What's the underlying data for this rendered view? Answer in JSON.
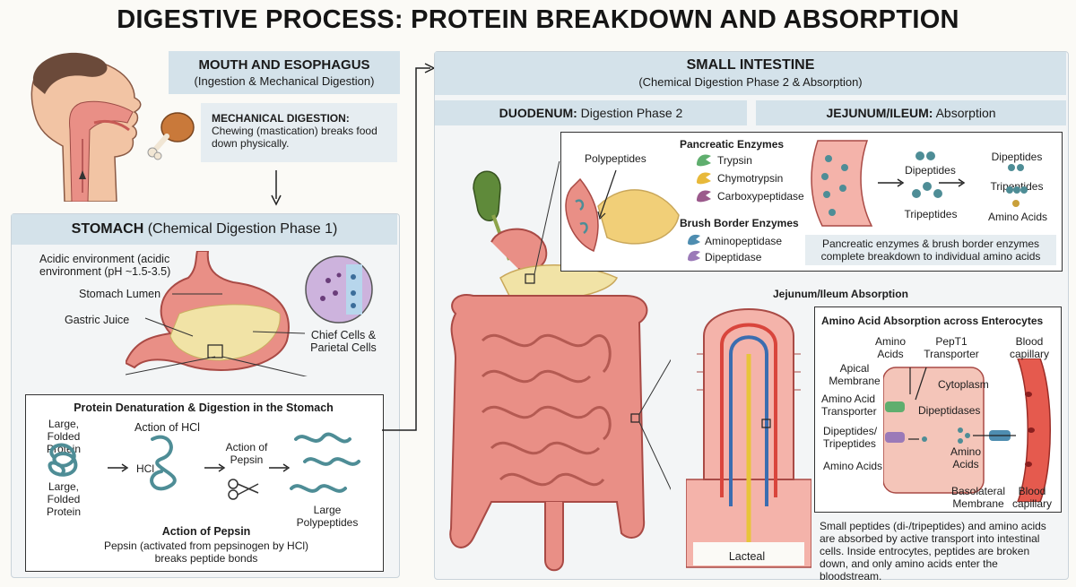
{
  "title": "DIGESTIVE PROCESS: PROTEIN BREAKDOWN AND ABSORPTION",
  "mouth": {
    "header_title": "MOUTH AND ESOPHAGUS",
    "header_sub": "(Ingestion & Mechanical Digestion)",
    "mech_title": "MECHANICAL DIGESTION:",
    "mech_text": "Chewing (mastication) breaks food down physically."
  },
  "stomach": {
    "header_bold": "STOMACH",
    "header_rest": " (Chemical Digestion Phase 1)",
    "acid": "Acidic environment (acidic environment (pH ~1.5-3.5)",
    "lumen": "Stomach Lumen",
    "gastric": "Gastric Juice",
    "chief": "Chief Cells & Parietal Cells",
    "box_title": "Protein Denaturation & Digestion in the Stomach",
    "large_folded_1": "Large, Folded Protein",
    "large_folded_2": "Large, Folded Protein",
    "action_hcl": "Action of HCl",
    "hcl": "HCl",
    "action_pepsin_small": "Action of Pepsin",
    "large_polypeptides": "Large Polypeptides",
    "action_pepsin_title": "Action of Pepsin",
    "pepsin_text": "Pepsin (activated from pepsinogen by HCl) breaks peptide bonds"
  },
  "small_intestine": {
    "header_title": "SMALL INTESTINE",
    "header_sub": "(Chemical Digestion Phase 2 & Absorption)",
    "duodenum_bold": "DUODENUM:",
    "duodenum_rest": " Digestion Phase 2",
    "jejunum_bold": "JEJUNUM/ILEUM:",
    "jejunum_rest": " Absorption",
    "polypeptides": "Polypeptides",
    "pancreatic_title": "Pancreatic Enzymes",
    "trypsin": "Trypsin",
    "chymotrypsin": "Chymotrypsin",
    "carboxypeptidase": "Carboxypeptidase",
    "brush_title": "Brush Border Enzymes",
    "aminopeptidase": "Aminopeptidase",
    "dipeptidase": "Dipeptidase",
    "dipeptides_mid": "Dipeptides",
    "tripeptides_mid": "Tripeptides",
    "dipeptides_right": "Dipeptides",
    "tripeptides_right": "Tripeptides",
    "amino_acids_right": "Amino Acids",
    "enzyme_note": "Pancreatic enzymes & brush border enzymes complete breakdown to individual amino acids",
    "jejunum_absorption": "Jejunum/Ileum Absorption",
    "lacteal": "Lacteal"
  },
  "absorption": {
    "title": "Amino Acid Absorption across Enterocytes",
    "amino_acids_top": "Amino Acids",
    "pept1": "PepT1 Transporter",
    "blood_top": "Blood capillary",
    "apical": "Apical Membrane",
    "cytoplasm": "Cytoplasm",
    "aa_transporter": "Amino Acid Transporter",
    "dipeptidases": "Dipeptidases",
    "di_tri": "Dipeptides/ Tripeptides",
    "amino_acids_mid": "Amino Acids",
    "amino_acids_left": "Amino Acids",
    "basolateral": "Basolateral Membrane",
    "blood_bottom": "Blood capillary",
    "note": "Small peptides (di-/tripeptides) and amino acids are absorbed by active transport into intestinal cells. Inside entrocytes, peptides are broken down, and only amino acids enter the bloodstream."
  },
  "colors": {
    "header_fill": "#d4e2ea",
    "tissue_pink": "#eea39a",
    "gastric_yellow": "#f1e3a6",
    "protein_teal": "#4e8d96",
    "trypsin_green": "#5fae6e",
    "chymo_yellow": "#e8b93a",
    "carboxy_purple": "#9b5a8c",
    "blood_red": "#d9453c"
  }
}
